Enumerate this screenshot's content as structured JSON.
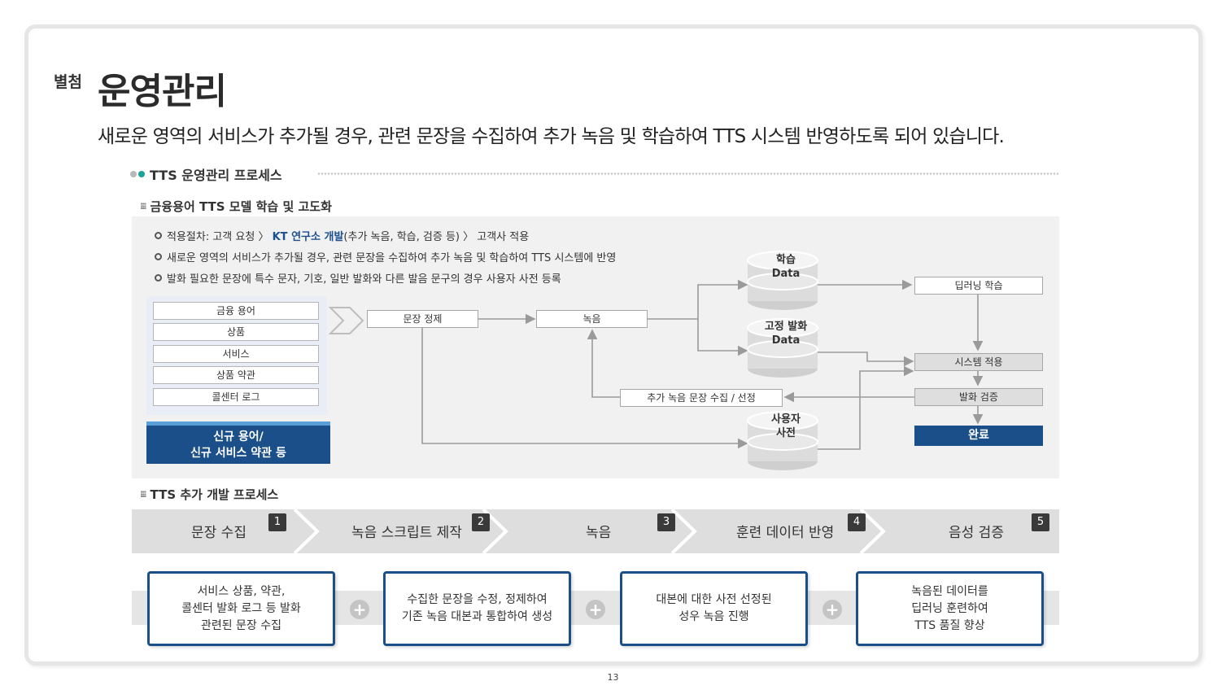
{
  "header": {
    "tag": "별첨",
    "title": "운영관리",
    "subtitle": "새로운 영역의 서비스가 추가될 경우, 관련 문장을 수집하여 추가 녹음 및 학습하여 TTS 시스템 반영하도록 되어 있습니다."
  },
  "section": {
    "title": "TTS 운영관리 프로세스"
  },
  "model_section": {
    "title": "금융용어 TTS 모델 학습 및 고도화",
    "bullets": [
      {
        "pre": "적용절차: 고객 요청 〉",
        "highlight": "KT 연구소 개발",
        "post": "(추가 녹음, 학습, 검증 등) 〉 고객사 적용"
      },
      {
        "pre": "새로운 영역의 서비스가 추가될 경우, 관련 문장을 수집하여 추가 녹음 및 학습하여 TTS 시스템에 반영",
        "highlight": "",
        "post": ""
      },
      {
        "pre": "발화 필요한 문장에 특수 문자, 기호, 일반 발화와 다른 발음 문구의 경우 사용자 사전 등록",
        "highlight": "",
        "post": ""
      }
    ],
    "categories": [
      "금융 용어",
      "상품",
      "서비스",
      "상품 약관",
      "콜센터 로그"
    ],
    "new_box": {
      "line1": "신규 용어/",
      "line2": "신규 서비스 약관 등"
    },
    "nodes": {
      "refine": "문장 정제",
      "record": "녹음",
      "collect": "추가 녹음 문장 수집 / 선정",
      "deep_learning": "딥러닝 학습",
      "apply": "시스템 적용",
      "verify": "발화 검증",
      "done": "완료"
    },
    "cylinders": {
      "train": {
        "line1": "학습",
        "line2": "Data"
      },
      "fixed": {
        "line1": "고정 발화",
        "line2": "Data"
      },
      "dict": {
        "line1": "사용자",
        "line2": "사전"
      }
    }
  },
  "dev_section": {
    "title": "TTS 추가 개발 프로세스",
    "steps": [
      {
        "label": "문장 수집",
        "num": "1"
      },
      {
        "label": "녹음 스크립트 제작",
        "num": "2"
      },
      {
        "label": "녹음",
        "num": "3"
      },
      {
        "label": "훈련 데이터 반영",
        "num": "4"
      },
      {
        "label": "음성 검증",
        "num": "5"
      }
    ],
    "descriptions": [
      {
        "l1": "서비스 상품, 약관,",
        "l2": "콜센터 발화 로그 등 발화",
        "l3": "관련된 문장 수집"
      },
      {
        "l1": "수집한 문장을 수정, 정제하여",
        "l2": "기존 녹음 대본과 통합하여 생성",
        "l3": ""
      },
      {
        "l1": "대본에 대한 사전 선정된",
        "l2": "성우 녹음 진행",
        "l3": ""
      },
      {
        "l1": "녹음된 데이터를",
        "l2": "딥러닝 훈련하여",
        "l3": "TTS 품질 향상"
      }
    ],
    "plus_icon": "+"
  },
  "footer": {
    "page": "13"
  },
  "colors": {
    "navy": "#1a4f8a",
    "teal": "#1aa39a",
    "panel": "#f1f1f1"
  }
}
